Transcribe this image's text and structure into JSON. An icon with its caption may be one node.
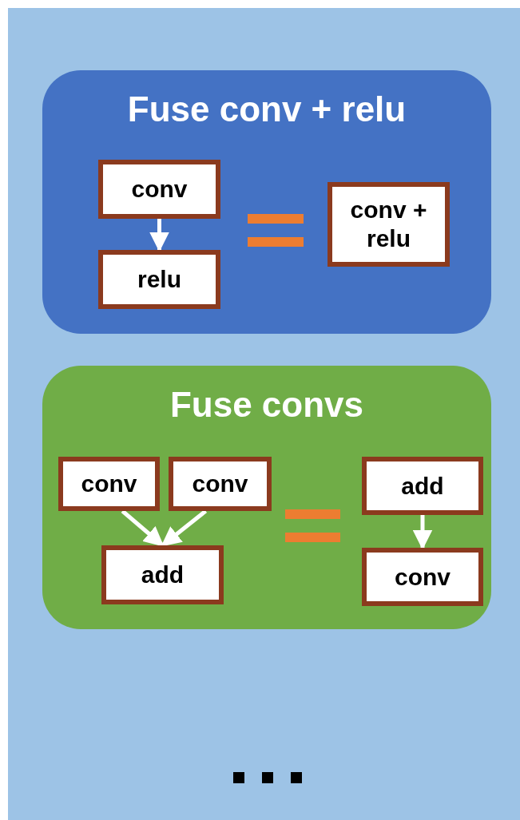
{
  "diagram": {
    "nodes": [
      {
        "text": [
          "Fuse conv + relu"
        ]
      },
      {
        "text": [
          "conv"
        ],
        "in": 0
      },
      {
        "text": [
          "relu"
        ],
        "in": 0
      },
      {
        "text": [
          "conv + relu"
        ],
        "in": 0
      },
      {
        "text": [
          "Fuse convs"
        ]
      },
      {
        "text": [
          "conv"
        ],
        "in": 4
      },
      {
        "text": [
          "conv"
        ],
        "in": 4
      },
      {
        "text": [
          "add"
        ],
        "in": 4
      },
      {
        "text": [
          "add"
        ],
        "in": 4
      },
      {
        "text": [
          "conv"
        ],
        "in": 4
      }
    ],
    "edges": [
      {
        "from": 1,
        "to": 2,
        "arrow": "to"
      },
      {
        "from": 5,
        "to": 7,
        "arrow": "to"
      },
      {
        "from": 6,
        "to": 7,
        "arrow": "to"
      },
      {
        "from": 8,
        "to": 9,
        "arrow": "to"
      }
    ]
  }
}
